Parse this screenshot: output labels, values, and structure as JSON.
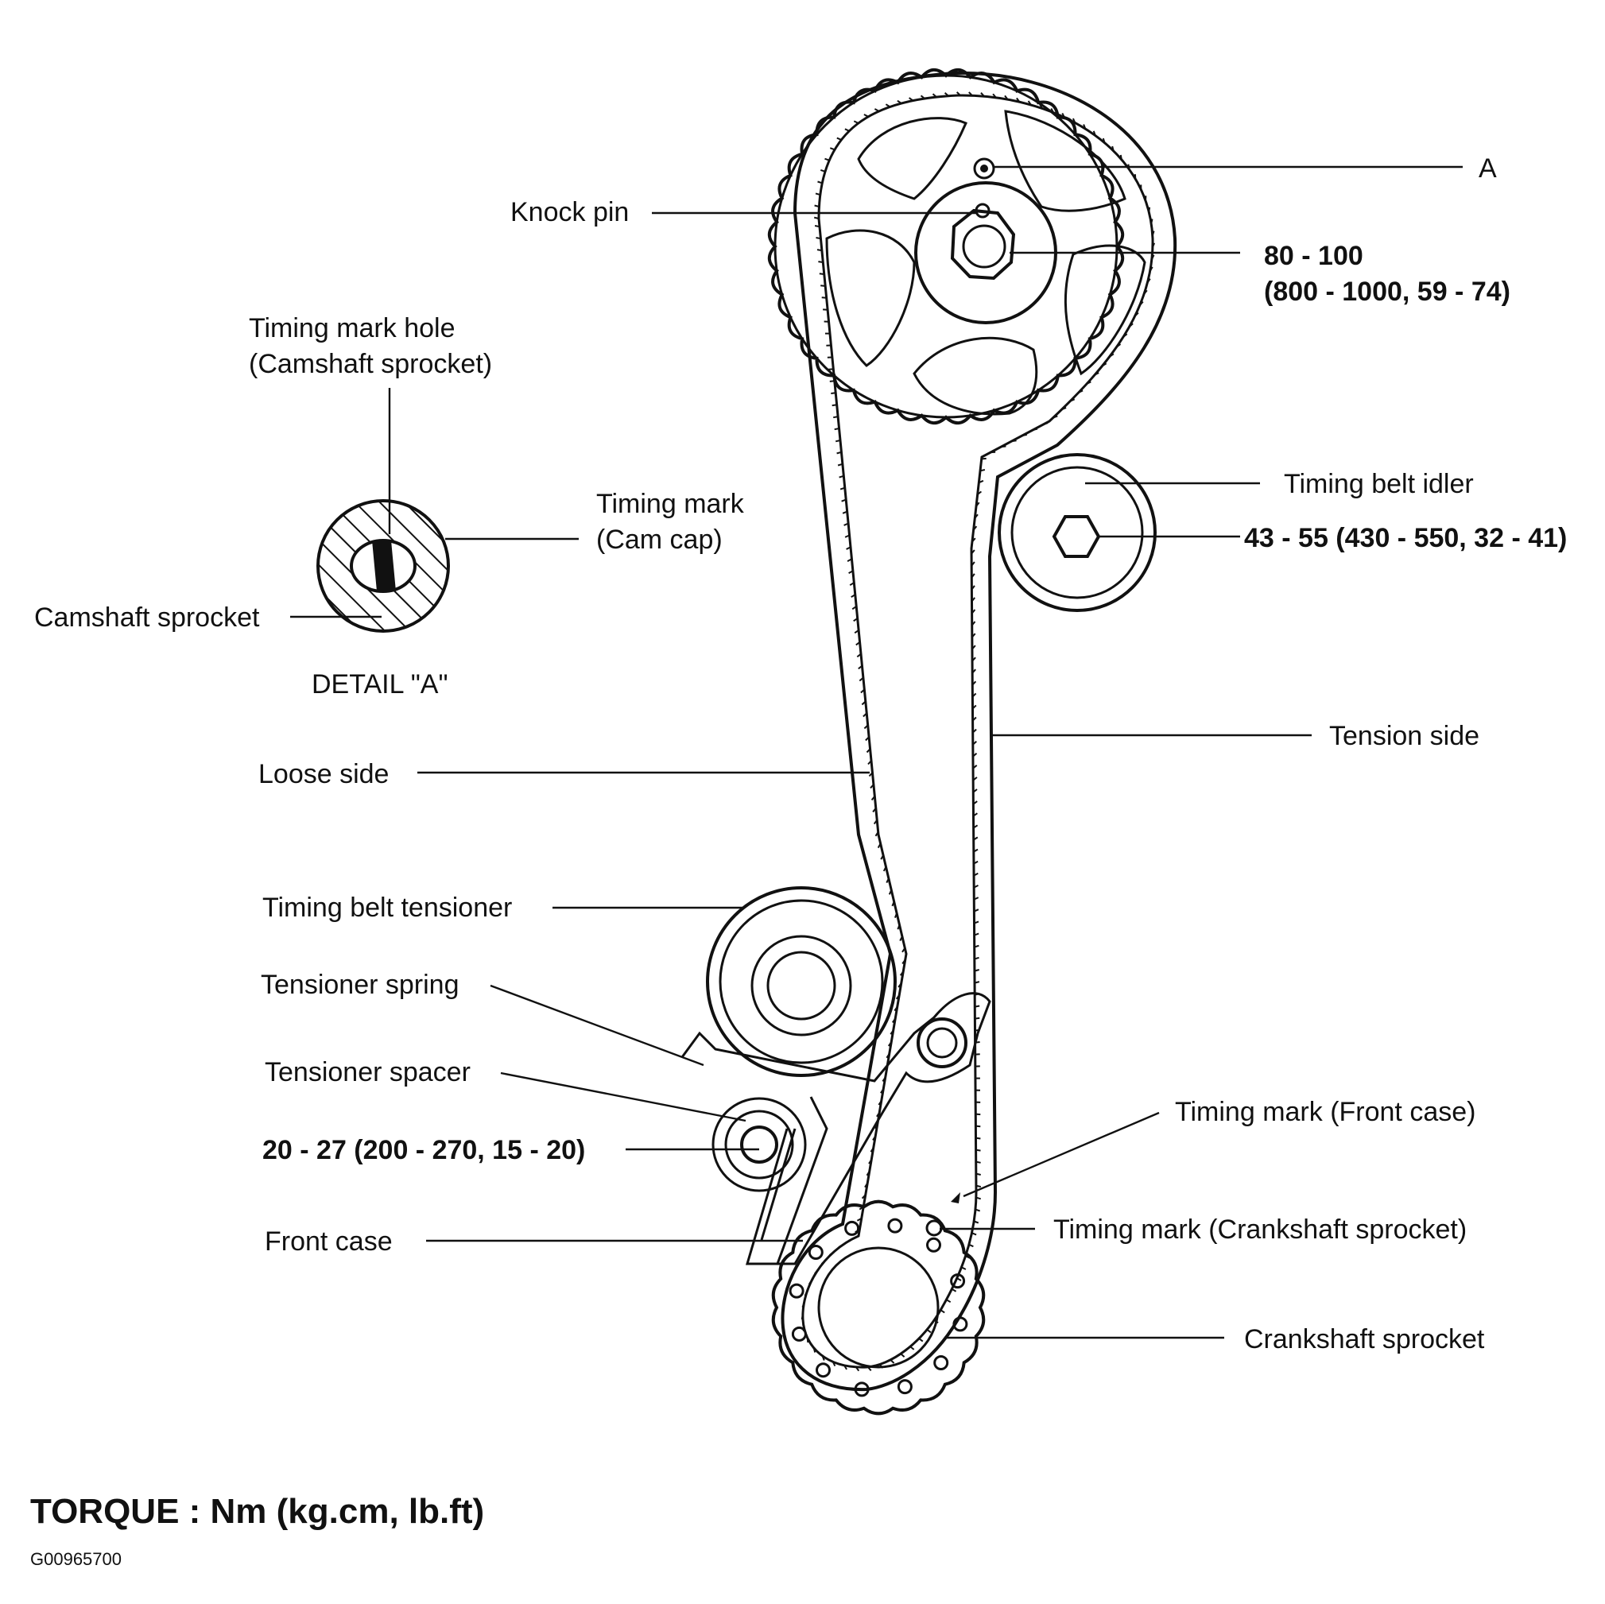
{
  "diagram": {
    "callouts": {
      "a": "A",
      "knock_pin": "Knock pin",
      "cam_torque_1": "80 - 100",
      "cam_torque_2": "(800 - 1000, 59 - 74)",
      "timing_mark_hole_1": "Timing mark hole",
      "timing_mark_hole_2": "(Camshaft sprocket)",
      "timing_mark_cam_1": "Timing mark",
      "timing_mark_cam_2": "(Cam cap)",
      "camshaft_sprocket": "Camshaft sprocket",
      "detail_a": "DETAIL \"A\"",
      "idler": "Timing belt idler",
      "idler_torque": "43 - 55 (430 - 550, 32 - 41)",
      "tension_side": "Tension side",
      "loose_side": "Loose side",
      "tensioner": "Timing belt tensioner",
      "tensioner_spring": "Tensioner spring",
      "tensioner_spacer": "Tensioner spacer",
      "tensioner_torque": "20 - 27 (200 - 270, 15 - 20)",
      "front_case": "Front case",
      "timing_mark_front_case": "Timing mark (Front case)",
      "timing_mark_crank": "Timing mark (Crankshaft sprocket)",
      "crank_sprocket": "Crankshaft sprocket"
    },
    "torque_unit": "TORQUE : Nm (kg.cm, lb.ft)",
    "figure_code": "G00965700"
  }
}
